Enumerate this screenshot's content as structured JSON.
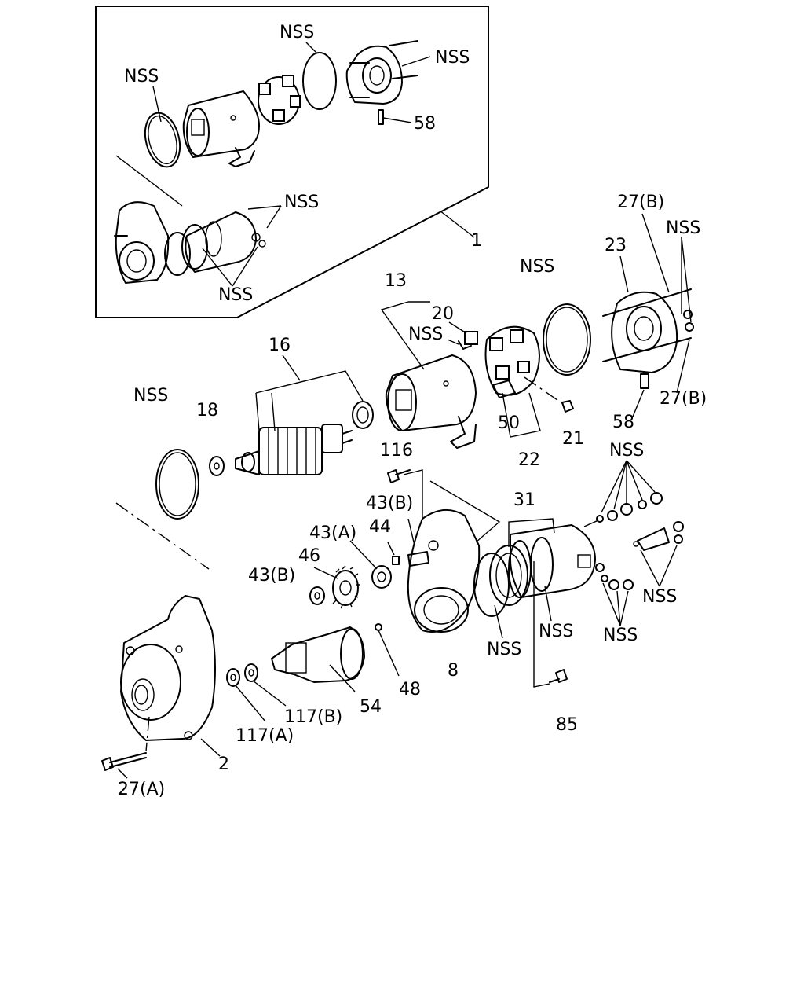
{
  "labels": {
    "nss": "NSS",
    "p1": "1",
    "p2": "2",
    "p8": "8",
    "p13": "13",
    "p16": "16",
    "p18": "18",
    "p20": "20",
    "p21": "21",
    "p22": "22",
    "p23": "23",
    "p27a": "27(A)",
    "p27b": "27(B)",
    "p31": "31",
    "p43a": "43(A)",
    "p43b": "43(B)",
    "p44": "44",
    "p46": "46",
    "p48": "48",
    "p50": "50",
    "p54": "54",
    "p58": "58",
    "p85": "85",
    "p116": "116",
    "p117a": "117(A)",
    "p117b": "117(B)"
  }
}
